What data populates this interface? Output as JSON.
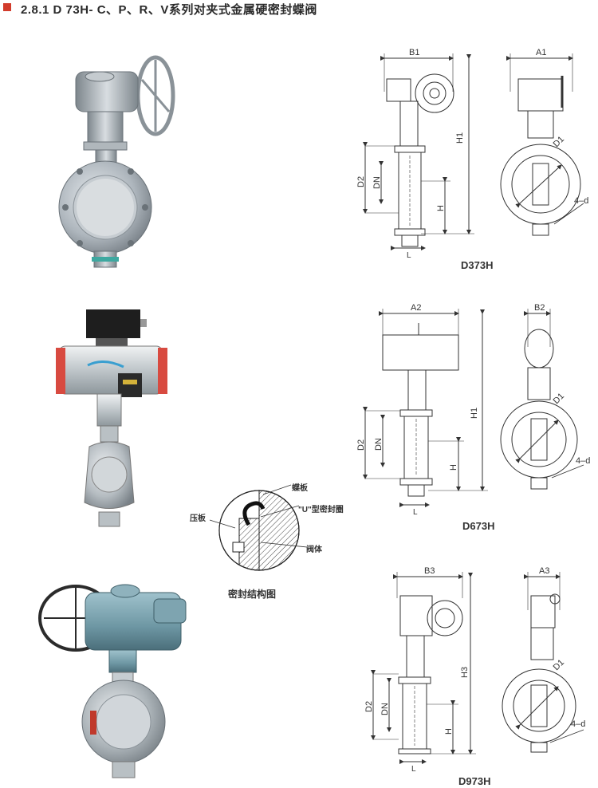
{
  "header": {
    "title": "2.8.1 D  73H-   C、P、R、V系列对夹式金属硬密封蝶阀"
  },
  "drawings": [
    {
      "model": "D373H",
      "dims": {
        "width": "B1",
        "side_width": "A1",
        "height": "H1",
        "dia": "D1",
        "d2": "D2",
        "dn": "DN",
        "h": "H",
        "l": "L",
        "holes": "4–d"
      }
    },
    {
      "model": "D673H",
      "dims": {
        "width": "A2",
        "side_width": "B2",
        "height": "H1",
        "dia": "D1",
        "d2": "D2",
        "dn": "DN",
        "h": "H",
        "l": "L",
        "holes": "4–d"
      }
    },
    {
      "model": "D973H",
      "dims": {
        "width": "B3",
        "side_width": "A3",
        "height": "H3",
        "dia": "D1",
        "d2": "D2",
        "dn": "DN",
        "h": "H",
        "l": "L",
        "holes": "4–d"
      }
    }
  ],
  "seal_detail": {
    "caption": "密封结构图",
    "labels": {
      "disc": "蝶板",
      "u_seal": "\"U\"型密封圈",
      "press_plate": "压板",
      "body": "阀体"
    }
  }
}
